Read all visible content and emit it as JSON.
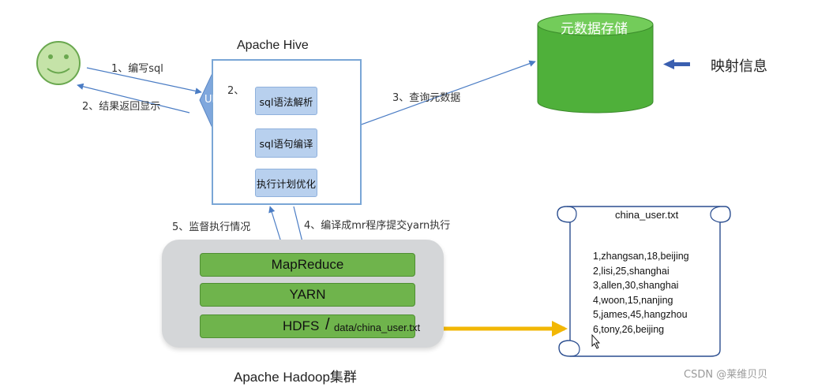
{
  "hive": {
    "title": "Apache Hive",
    "ui_label": "UI",
    "steps": [
      "sql语法解析",
      "sql语句编译",
      "执行计划优化"
    ],
    "inner_step_label": "2、"
  },
  "metastore": {
    "label": "元数据存储",
    "mapping_label": "映射信息"
  },
  "arrows": {
    "step1": "1、编写sql",
    "step2_return": "2、结果返回显示",
    "step3": "3、查询元数据",
    "step4": "4、编译成mr程序提交yarn执行",
    "step5": "5、监督执行情况"
  },
  "hadoop": {
    "title": "Apache Hadoop集群",
    "layers": [
      "MapReduce",
      "YARN",
      "HDFS"
    ],
    "hdfs_path_slash": "/",
    "hdfs_path": "data/china_user.txt"
  },
  "file": {
    "name": "china_user.txt",
    "lines": [
      "1,zhangsan,18,beijing",
      "2,lisi,25,shanghai",
      "3,allen,30,shanghai",
      "4,woon,15,nanjing",
      "5,james,45,hangzhou",
      "6,tony,26,beijing"
    ]
  },
  "watermark": "CSDN @莱维贝贝",
  "colors": {
    "hive_border": "#7aa6d6",
    "step_fill": "#b8d0ee",
    "layer_green": "#6fb44c",
    "cylinder_green": "#4fb03a",
    "arrow_blue": "#4a7cc4",
    "arrow_yellow": "#f2b705"
  }
}
